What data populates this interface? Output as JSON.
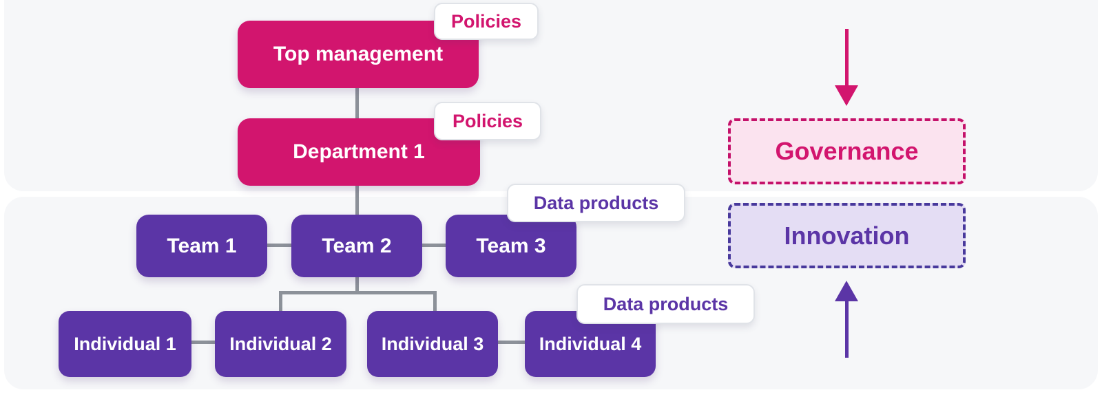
{
  "org_chart": {
    "nodes": {
      "top_management": "Top management",
      "department": "Department 1",
      "teams": [
        "Team 1",
        "Team 2",
        "Team 3"
      ],
      "individuals": [
        "Individual 1",
        "Individual 2",
        "Individual 3",
        "Individual 4"
      ]
    },
    "tags": {
      "policies_top": "Policies",
      "policies_department": "Policies",
      "data_products_teams": "Data products",
      "data_products_individuals": "Data products"
    }
  },
  "flow_legend": {
    "governance_label": "Governance",
    "innovation_label": "Innovation"
  },
  "colors": {
    "pink": "#d2156e",
    "pink_dark": "#c4116a",
    "pink_light": "#fbe3ef",
    "purple": "#5b35a6",
    "purple_dark": "#48399c",
    "purple_light": "#e4ddf4",
    "connector": "#8c9199",
    "card_bg": "#f6f7f9",
    "tag_border": "#e0e3e8"
  }
}
